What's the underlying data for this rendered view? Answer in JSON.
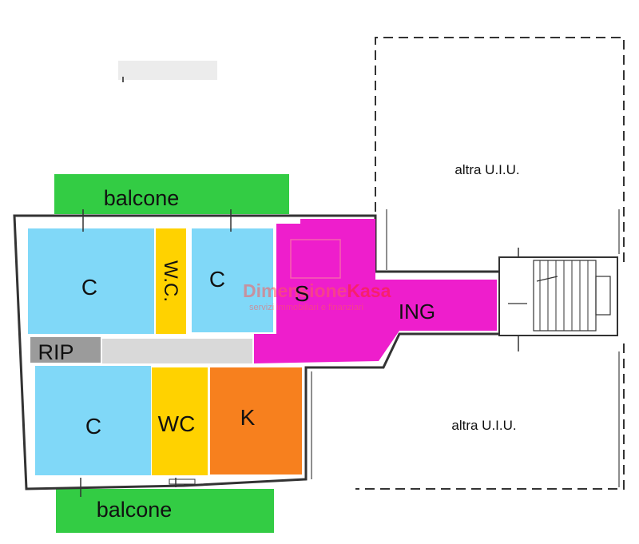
{
  "rooms": {
    "balcone_top": "balcone",
    "balcone_bottom": "balcone",
    "c_top_left": "C",
    "wc_top": "W.C.",
    "c_top_right": "C",
    "s": "S",
    "ing": "ING",
    "rip": "RIP",
    "c_bottom": "C",
    "wc_bottom": "WC",
    "k": "K"
  },
  "neighbors": {
    "top": "altra U.I.U.",
    "bottom": "altra U.I.U."
  },
  "watermark": {
    "name_part1": "Dimensione",
    "name_part2": "Kasa",
    "tagline": "servizi immobiliari e finanziari"
  },
  "colors": {
    "balcone": "#33cc44",
    "camera": "#80d8f8",
    "wc": "#ffd200",
    "ingresso": "#ee1ecc",
    "cucina": "#f7801e",
    "ripostiglio": "#9b9b9b",
    "corridoio": "#d9d9d9",
    "walls": "#333333"
  }
}
